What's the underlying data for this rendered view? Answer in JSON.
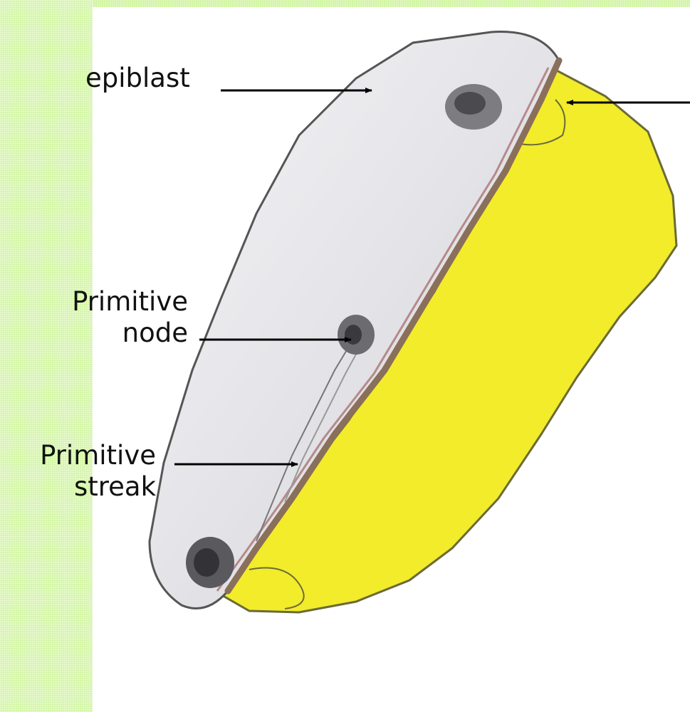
{
  "colors": {
    "background_band": "#d3f5a6",
    "yolk_sac": "#f2ec2a",
    "embryo": "#e6e6e8",
    "label_text": "#111111",
    "arrow": "#000000"
  },
  "labels": {
    "epiblast": "epiblast",
    "primitive_node_line1": "Primitive",
    "primitive_node_line2": "node",
    "primitive_streak_line1": "Primitive",
    "primitive_streak_line2": "streak"
  }
}
